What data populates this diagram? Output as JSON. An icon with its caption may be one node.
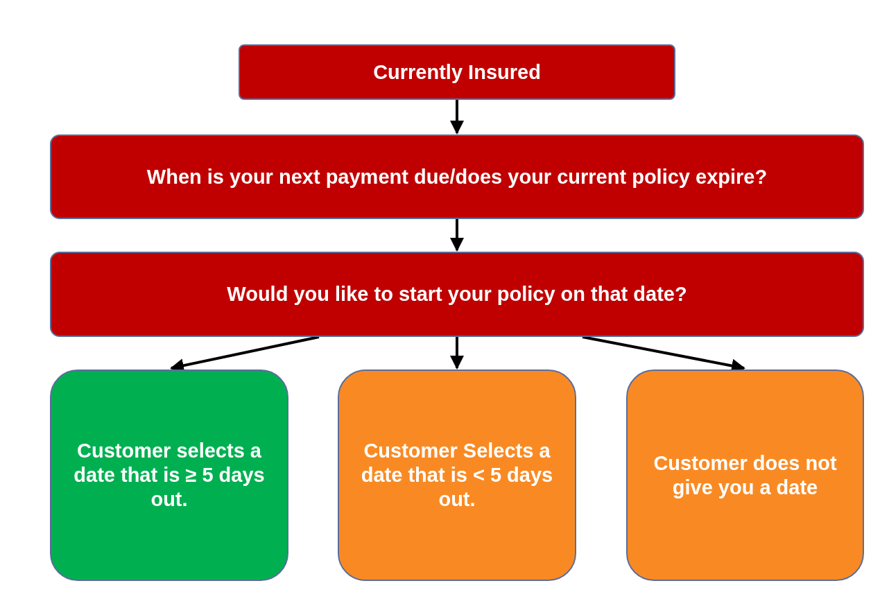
{
  "diagram": {
    "nodes": [
      {
        "text": [
          "Currently Insured"
        ]
      },
      {
        "text": [
          "When is your next payment due/does your current policy expire?"
        ]
      },
      {
        "text": [
          "Would you like to start your policy on that date?"
        ]
      },
      {
        "text": [
          "Customer selects a date that is ≥ 5 days out."
        ]
      },
      {
        "text": [
          "Customer Selects a date that is < 5 days out."
        ]
      },
      {
        "text": [
          "Customer does not give you a date"
        ]
      }
    ],
    "edges": [
      {
        "from": 0,
        "to": 1,
        "arrow": "to"
      },
      {
        "from": 1,
        "to": 2,
        "arrow": "to"
      },
      {
        "from": 2,
        "to": 3,
        "arrow": "to"
      },
      {
        "from": 2,
        "to": 4,
        "arrow": "to"
      },
      {
        "from": 2,
        "to": 5,
        "arrow": "to"
      }
    ]
  }
}
